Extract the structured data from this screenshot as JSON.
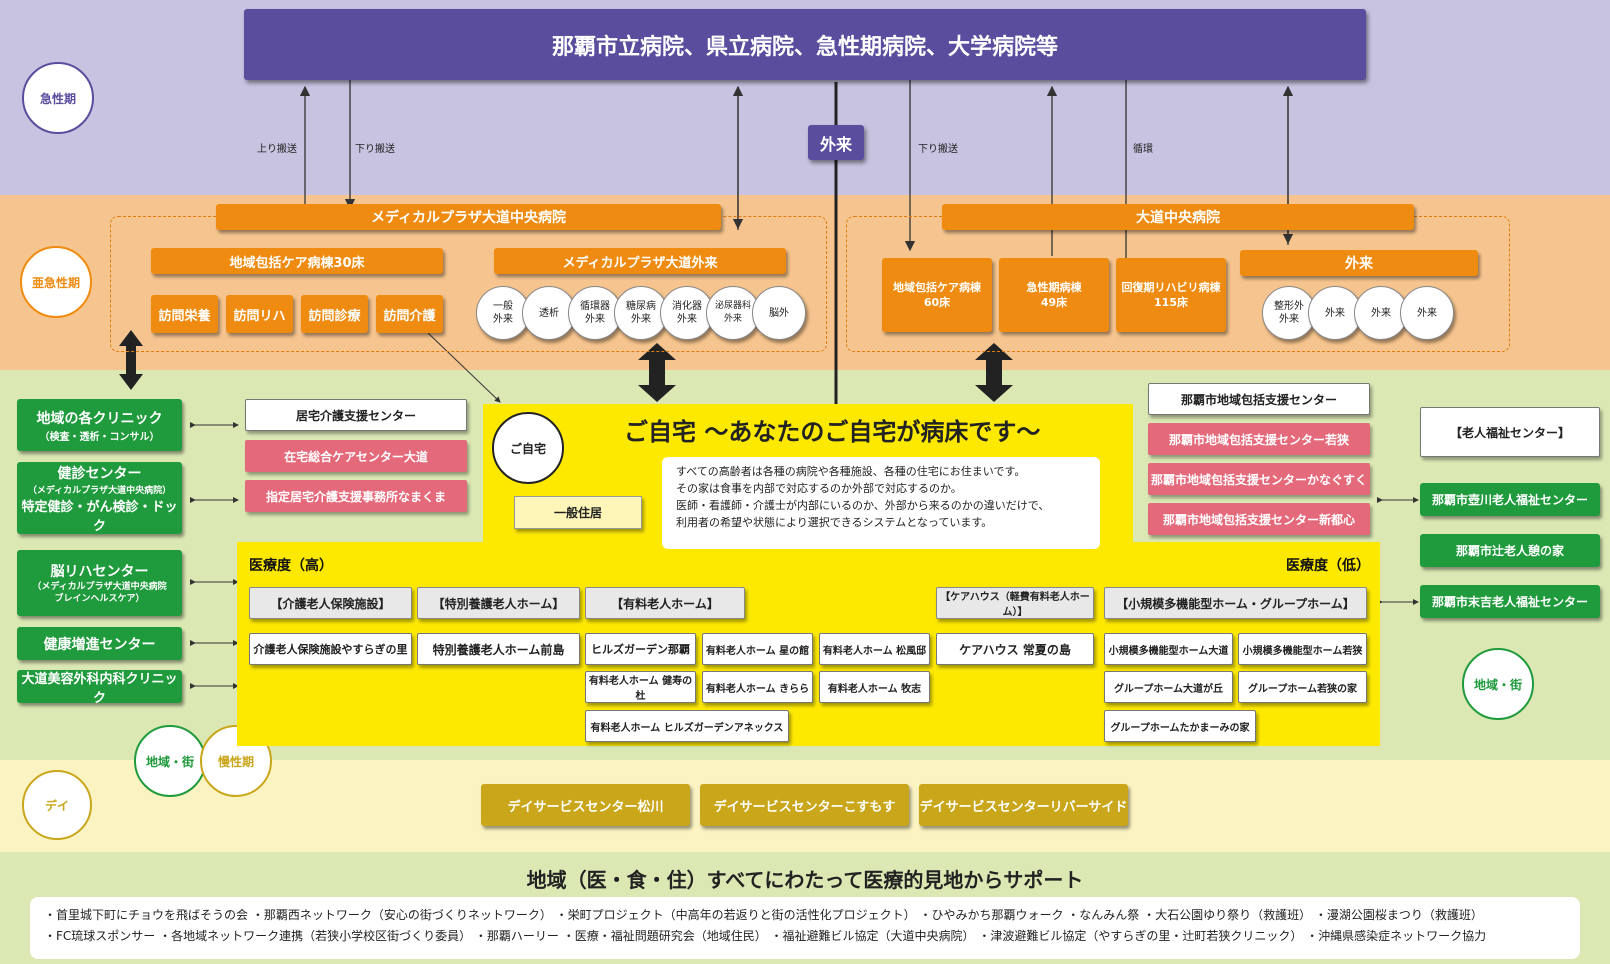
{
  "top_hospital": "那覇市立病院、県立病院、急性期病院、大学病院等",
  "phases": {
    "acute": "急性期",
    "subacute": "亜急性期",
    "day": "デイ",
    "community": "地域・街",
    "chronic": "慢性期",
    "community_right": "地域・街"
  },
  "transport": {
    "up": "上り搬送",
    "down1": "下り搬送",
    "down2": "下り搬送",
    "cycle": "循環"
  },
  "outpatient_tag": "外来",
  "medical_plaza": {
    "title": "メディカルプラザ大道中央病院",
    "ward": "地域包括ケア病棟30床",
    "services": [
      "訪問栄養",
      "訪問リハ",
      "訪問診療",
      "訪問介護"
    ],
    "outpatient_title": "メディカルプラザ大道外来",
    "clinics": [
      "一般\n外来",
      "透析",
      "循環器\n外来",
      "糖尿病\n外来",
      "消化器\n外来",
      "泌尿器科\n外来",
      "脳外"
    ]
  },
  "daido_hospital": {
    "title": "大道中央病院",
    "wards": [
      "地域包括ケア病棟\n60床",
      "急性期病棟\n49床",
      "回復期リハビリ病棟\n115床"
    ],
    "outpatient_title": "外来",
    "clinics": [
      "整形外\n外来",
      "外来",
      "外来",
      "外来"
    ]
  },
  "left_clinics": [
    {
      "title": "地域の各クリニック",
      "sub": "（検査・透析・コンサル）"
    },
    {
      "title": "健診センター",
      "sub": "（メディカルプラザ大道中央病院）",
      "extra": "特定健診・がん検診・ドック"
    },
    {
      "title": "脳リハセンター",
      "sub": "（メディカルプラザ大道中央病院\nブレインヘルスケア）"
    },
    {
      "title": "健康増進センター"
    },
    {
      "title": "大道美容外科内科クリニック"
    }
  ],
  "care_centers": [
    "居宅介護支援センター",
    "在宅総合ケアセンター大道",
    "指定居宅介護支援事務所なまくま"
  ],
  "home": {
    "tag": "ご自宅",
    "title": "ご自宅 ～あなたのご自宅が病床です～",
    "description": "すべての高齢者は各種の病院や各種施設、各種の住宅にお住まいです。\nその家は食事を内部で対応するのか外部で対応するのか。\n医師・看護師・介護士が内部にいるのか、外部から来るのかの違いだけで、\n利用者の希望や状態により選択できるシステムとなっています。",
    "general_housing": "一般住居",
    "level_high": "医療度（高）",
    "level_low": "医療度（低）"
  },
  "facility_types": [
    "【介護老人保険施設】",
    "【特別養護老人ホーム】",
    "【有料老人ホーム】",
    "【ケアハウス（軽費有料老人ホーム）】",
    "【小規模多機能型ホーム・グループホーム】"
  ],
  "facilities": {
    "kaigo": "介護老人保険施設やすらぎの里",
    "tokuyo": "特別養護老人ホーム前島",
    "yuryo": [
      "ヒルズガーデン那覇",
      "有料老人ホーム 星の館",
      "有料老人ホーム 松風邸",
      "有料老人ホーム 健寿の杜",
      "有料老人ホーム きらら",
      "有料老人ホーム 牧志",
      "有料老人ホーム ヒルズガーデンアネックス"
    ],
    "carehouse": "ケアハウス 常夏の島",
    "group": [
      "小規模多機能型ホーム大道",
      "小規模多機能型ホーム若狭",
      "グループホーム大道が丘",
      "グループホーム若狭の家",
      "グループホームたかまーみの家"
    ]
  },
  "support_centers": [
    "那覇市地域包括支援センター",
    "那覇市地域包括支援センター若狭",
    "那覇市地域包括支援センターかなぐすく",
    "那覇市地域包括支援センター新都心"
  ],
  "elderly": {
    "header": "【老人福祉センター】",
    "items": [
      "那覇市壺川老人福祉センター",
      "那覇市辻老人憩の家",
      "那覇市末吉老人福祉センター"
    ]
  },
  "day_services": [
    "デイサービスセンター松川",
    "デイサービスセンターこすもす",
    "デイサービスセンターリバーサイド"
  ],
  "bottom": {
    "title": "地域（医・食・住）すべてにわたって医療的見地からサポート",
    "line1": "・首里城下町にチョウを飛ばそうの会 ・那覇西ネットワーク（安心の街づくりネットワーク） ・栄町プロジェクト（中高年の若返りと街の活性化プロジェクト） ・ひやみかち那覇ウォーク ・なんみん祭 ・大石公園ゆり祭り（救護班） ・漫湖公園桜まつり（救護班）",
    "line2": "・FC琉球スポンサー ・各地域ネットワーク連携（若狭小学校区街づくり委員） ・那覇ハーリー ・医療・福祉問題研究会（地域住民） ・福祉避難ビル協定（大道中央病院） ・津波避難ビル協定（やすらぎの里・辻町若狭クリニック） ・沖縄県感染症ネットワーク協力"
  },
  "colors": {
    "acute": "#c8c3e1",
    "subacute": "#f6c48e",
    "community": "#dbe8b4",
    "day": "#fbf3c2",
    "yellow": "#fde900",
    "purple": "#5b4d9e",
    "orange": "#ee8b10",
    "green": "#1f9a3c",
    "pink": "#e46a7b",
    "gold": "#c9a61a"
  }
}
